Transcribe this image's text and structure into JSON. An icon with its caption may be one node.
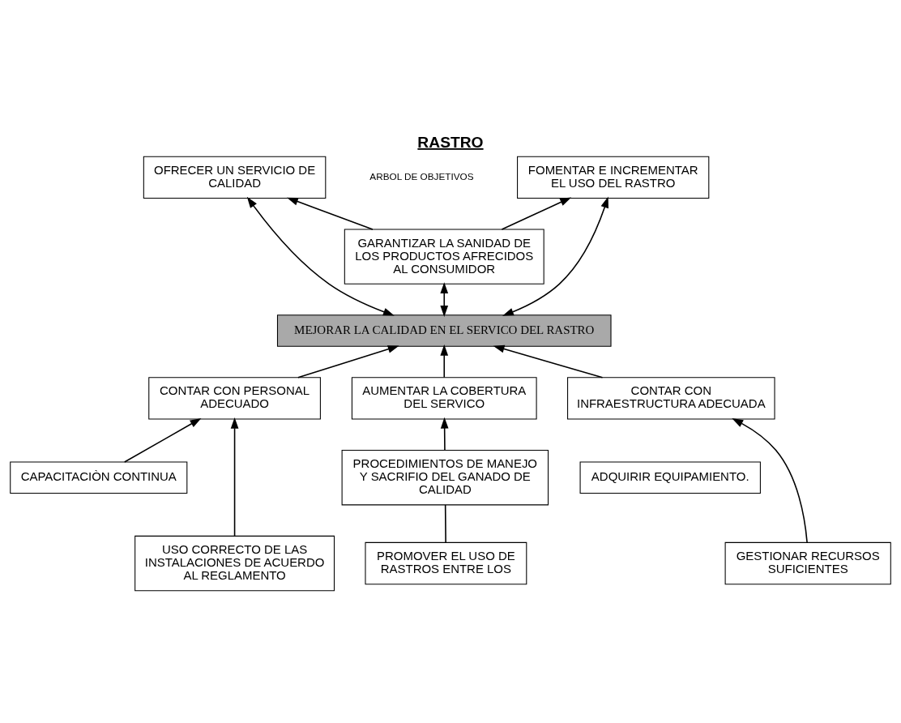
{
  "diagram": {
    "title": "RASTRO",
    "nodes": [
      {
        "text": [
          "OFRECER UN SERVICIO DE CALIDAD"
        ]
      },
      {
        "text": [
          "FOMENTAR E INCREMENTAR EL USO DEL RASTRO"
        ]
      },
      {
        "text": [
          "GARANTIZAR LA SANIDAD DE LOS PRODUCTOS AFRECIDOS AL CONSUMIDOR"
        ]
      },
      {
        "text": [
          "MEJORAR LA CALIDAD EN EL SERVICO DEL RASTRO"
        ]
      },
      {
        "text": [
          "CONTAR CON PERSONAL ADECUADO"
        ]
      },
      {
        "text": [
          "AUMENTAR LA COBERTURA DEL SERVICO"
        ]
      },
      {
        "text": [
          "CONTAR CON INFRAESTRUCTURA ADECUADA"
        ]
      },
      {
        "text": [
          "CAPACITACIÒN CONTINUA"
        ]
      },
      {
        "text": [
          "PROCEDIMIENTOS DE MANEJO Y SACRIFIO DEL GANADO DE CALIDAD"
        ]
      },
      {
        "text": [
          "ADQUIRIR EQUIPAMIENTO."
        ]
      },
      {
        "text": [
          "USO CORRECTO DE LAS INSTALACIONES DE ACUERDO AL REGLAMENTO"
        ]
      },
      {
        "text": [
          "PROMOVER EL USO DE RASTROS ENTRE LOS"
        ]
      },
      {
        "text": [
          "GESTIONAR RECURSOS SUFICIENTES"
        ]
      }
    ],
    "edges": [
      {
        "from": 2,
        "to": 0,
        "arrow": "to"
      },
      {
        "from": 2,
        "to": 1,
        "arrow": "to"
      },
      {
        "from": 3,
        "to": 0,
        "arrow": "both"
      },
      {
        "from": 3,
        "to": 1,
        "arrow": "both"
      },
      {
        "from": 3,
        "to": 2,
        "arrow": "both"
      },
      {
        "from": 4,
        "to": 3,
        "arrow": "to"
      },
      {
        "from": 5,
        "to": 3,
        "arrow": "to"
      },
      {
        "from": 6,
        "to": 3,
        "arrow": "to"
      },
      {
        "from": 7,
        "to": 4,
        "arrow": "to"
      },
      {
        "from": 10,
        "to": 4,
        "arrow": "to"
      },
      {
        "from": 8,
        "to": 5,
        "arrow": "to"
      },
      {
        "from": 11,
        "to": 8,
        "arrow": "none"
      },
      {
        "from": 12,
        "to": 6,
        "arrow": "to"
      }
    ],
    "labels": [
      "ARBOL DE OBJETIVOS"
    ]
  }
}
